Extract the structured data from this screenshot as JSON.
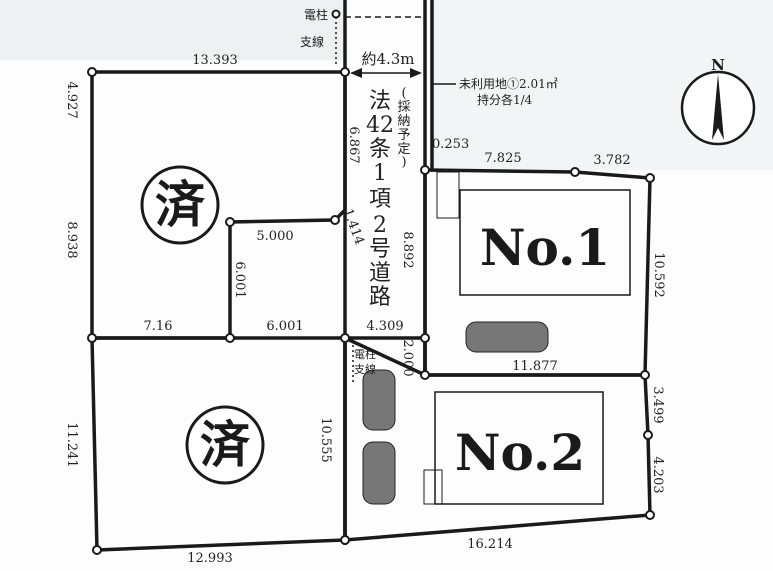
{
  "lots": {
    "sold_upper": "済",
    "sold_lower": "済",
    "no1": "No.1",
    "no2": "No.2"
  },
  "road": {
    "width": "約4.3m",
    "type_chars": [
      "法",
      "42",
      "条",
      "1",
      "項",
      "2",
      "号",
      "道",
      "路"
    ],
    "note_chars": [
      "(",
      "採",
      "納",
      "予",
      "定",
      ")"
    ]
  },
  "utility": {
    "pole_top": "電柱",
    "guy_top": "支線",
    "pole_mid": "電柱",
    "guy_mid": "支線"
  },
  "unused_land": {
    "line1": "未利用地①2.01㎡",
    "line2": "持分各1/4"
  },
  "compass": "N",
  "dimensions": {
    "top_left": "13.393",
    "left_upper": "4.927",
    "left_mid": "8.938",
    "road_left_upper": "6.867",
    "chamfer": "1.414",
    "inner_top": "5.000",
    "inner_vertical": "6.001",
    "mid_left": "7.16",
    "mid_center": "6.001",
    "mid_right": "4.309",
    "road_right": "8.892",
    "corner": "0.253",
    "no1_top_left": "7.825",
    "no1_top_right": "3.782",
    "no1_right": "10.592",
    "connector": "2.000",
    "no1_bottom": "11.877",
    "no2_right_upper": "3.499",
    "no2_right_lower": "4.203",
    "left_lower": "11.241",
    "lower_lot_right": "10.555",
    "bottom_left": "12.993",
    "bottom_right": "16.214"
  }
}
